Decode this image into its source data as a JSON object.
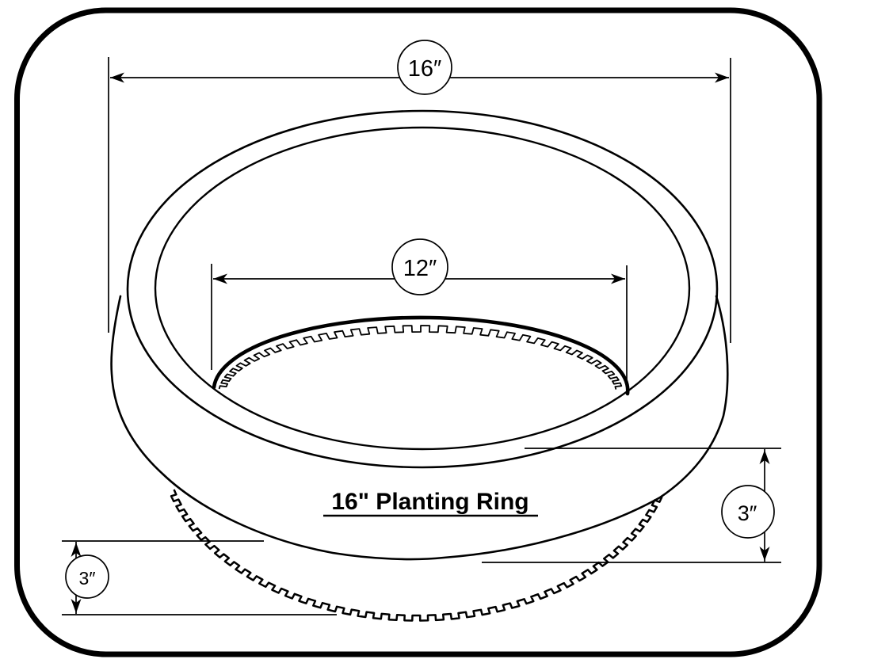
{
  "diagram": {
    "title": "16\" Planting Ring",
    "labels": {
      "outer_diameter": "16″",
      "inner_diameter": "12″",
      "ring_height_right": "3″",
      "ring_height_left": "3″"
    },
    "colors": {
      "ink": "#000000",
      "background": "#ffffff"
    }
  }
}
